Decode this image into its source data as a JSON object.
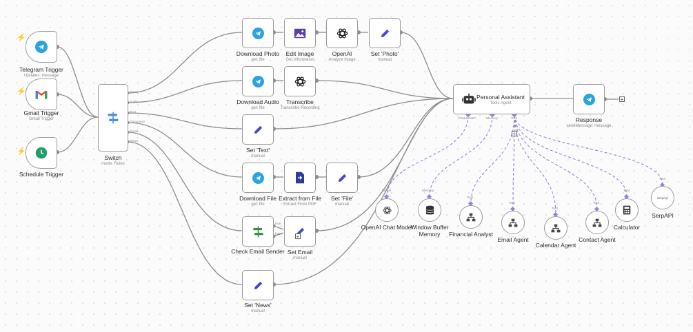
{
  "nodes": {
    "telegram_trigger": {
      "label": "Telegram Trigger",
      "sub": "Updates: message"
    },
    "gmail_trigger": {
      "label": "Gmail Trigger",
      "sub": "Gmail Trigger"
    },
    "schedule_trigger": {
      "label": "Schedule Trigger"
    },
    "switch": {
      "label": "Switch",
      "sub": "mode: Rules",
      "outputs": [
        "Photo",
        "Audio",
        "Text",
        "Document",
        "Email",
        "News"
      ]
    },
    "download_photo": {
      "label": "Download Photo",
      "sub": "get: file"
    },
    "edit_image": {
      "label": "Edit Image",
      "sub": "Get Information"
    },
    "openai": {
      "label": "OpenAI",
      "sub": "Analyze image"
    },
    "set_photo": {
      "label": "Set 'Photo'",
      "sub": "manual"
    },
    "download_audio": {
      "label": "Download Audio",
      "sub": "get: file"
    },
    "transcribe": {
      "label": "Transcribe",
      "sub": "Transcribe Recording"
    },
    "set_text": {
      "label": "Set 'Text'",
      "sub": "manual"
    },
    "download_file": {
      "label": "Download File",
      "sub": "get: file"
    },
    "extract_from_file": {
      "label": "Extract from File",
      "sub": "Extract From PDF"
    },
    "set_file": {
      "label": "Set 'File'",
      "sub": "manual"
    },
    "check_email_sender": {
      "label": "Check Email Sender",
      "outputs": [
        "true",
        "false"
      ]
    },
    "set_email": {
      "label": "Set Email",
      "sub": "manual"
    },
    "set_news": {
      "label": "Set 'News'",
      "sub": "manual"
    },
    "personal_assistant": {
      "label": "Personal Assistant",
      "sub": "Tools Agent",
      "ports": [
        "Chat Model*",
        "Memory",
        "Tool"
      ]
    },
    "response": {
      "label": "Response",
      "sub": "sendMessage: message"
    },
    "openai_chat_model": {
      "label": "OpenAI Chat Model",
      "port": "Model"
    },
    "window_buffer_memory": {
      "label": "Window Buffer Memory",
      "port": "Memory"
    },
    "financial_analyst": {
      "label": "Financial Analyst",
      "port": "Tool"
    },
    "email_agent": {
      "label": "Email Agent",
      "port": "Tool"
    },
    "calendar_agent": {
      "label": "Calendar Agent",
      "port": "Tool"
    },
    "contact_agent": {
      "label": "Contact Agent",
      "port": "Tool"
    },
    "calculator": {
      "label": "Calculator",
      "port": "Tool"
    },
    "serpapi": {
      "label": "SerpAPI",
      "port": "Tool",
      "badge": "SerpApi"
    }
  },
  "colors": {
    "telegram": "#2aa3df",
    "gmail_red": "#ea4335",
    "schedule_green": "#1e9e6a",
    "switch_blue": "#4e8fe0",
    "pen_blue": "#4747d6",
    "edit_purple": "#5b3ea8",
    "dark_blue": "#2d3e92",
    "email_green": "#2f8f3a",
    "trigger_bolt": "#ff6d5a",
    "edge_gray": "#8c8c8c",
    "ai_edge": "#8b87d6"
  },
  "icons": {
    "telegram": "telegram-icon",
    "gmail": "gmail-icon",
    "schedule": "clock-icon",
    "switch": "switch-icon",
    "pen": "pen-icon",
    "image": "image-icon",
    "openai": "openai-icon",
    "file": "file-extract-icon",
    "robot": "robot-icon",
    "database": "database-icon",
    "sitemap": "sitemap-icon",
    "calculator": "calculator-icon"
  }
}
